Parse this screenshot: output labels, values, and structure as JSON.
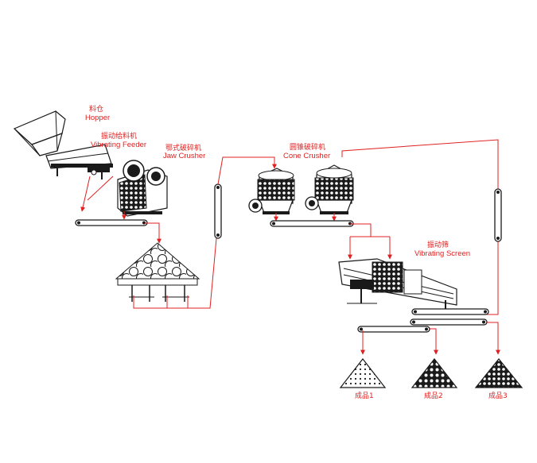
{
  "colors": {
    "flow": "#e02020",
    "machine": "#1a1a1a",
    "background": "#ffffff"
  },
  "labels": {
    "hopper": {
      "zh": "料仓",
      "en": "Hopper"
    },
    "vibrating_feeder": {
      "zh": "振动给料机",
      "en": "Vibrating Feeder"
    },
    "jaw_crusher": {
      "zh": "鄂式破碎机",
      "en": "Jaw Crusher"
    },
    "cone_crusher": {
      "zh": "圆锥破碎机",
      "en": "Cone Crusher"
    },
    "vibrating_screen": {
      "zh": "振动筛",
      "en": "Vibrating Screen"
    },
    "products": [
      "成品1",
      "成品2",
      "成品3"
    ]
  },
  "icons": [
    "hopper-icon",
    "vibrating-feeder-icon",
    "jaw-crusher-icon",
    "cone-crusher-icon",
    "vibrating-screen-icon",
    "conveyor-belt-icon",
    "stockpile-icon"
  ]
}
